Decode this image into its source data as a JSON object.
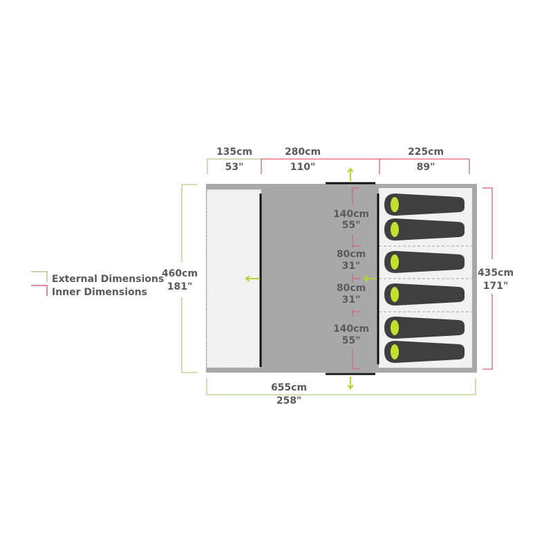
{
  "legend": {
    "external": {
      "label": "External Dimensions",
      "color": "#b5c98a"
    },
    "inner": {
      "label": "Inner Dimensions",
      "color": "#d9606e"
    }
  },
  "colors": {
    "outer_wall": "#a7a8aa",
    "porch_floor": "#f1f1f1",
    "bedroom_floor": "#f1f1f1",
    "door": "#111111",
    "arrow": "#b5d334",
    "sleeping_bag": "#3f3f41",
    "bag_head": "#c6df2a",
    "text": "#5a5a5a"
  },
  "top_dimensions": [
    {
      "cm": "135cm",
      "inch": "53\"",
      "type": "external"
    },
    {
      "cm": "280cm",
      "inch": "110\"",
      "type": "inner"
    },
    {
      "cm": "225cm",
      "inch": "89\"",
      "type": "inner"
    }
  ],
  "left_dimension": {
    "cm": "460cm",
    "inch": "181\"",
    "type": "external"
  },
  "right_dimension": {
    "cm": "435cm",
    "inch": "171\"",
    "type": "inner"
  },
  "bottom_dimension": {
    "cm": "655cm",
    "inch": "258\"",
    "type": "external"
  },
  "bedroom_dimensions": [
    {
      "cm": "140cm",
      "inch": "55\""
    },
    {
      "cm": "80cm",
      "inch": "31\""
    },
    {
      "cm": "80cm",
      "inch": "31\""
    },
    {
      "cm": "140cm",
      "inch": "55\""
    }
  ],
  "sleeping_bags_count": 6
}
